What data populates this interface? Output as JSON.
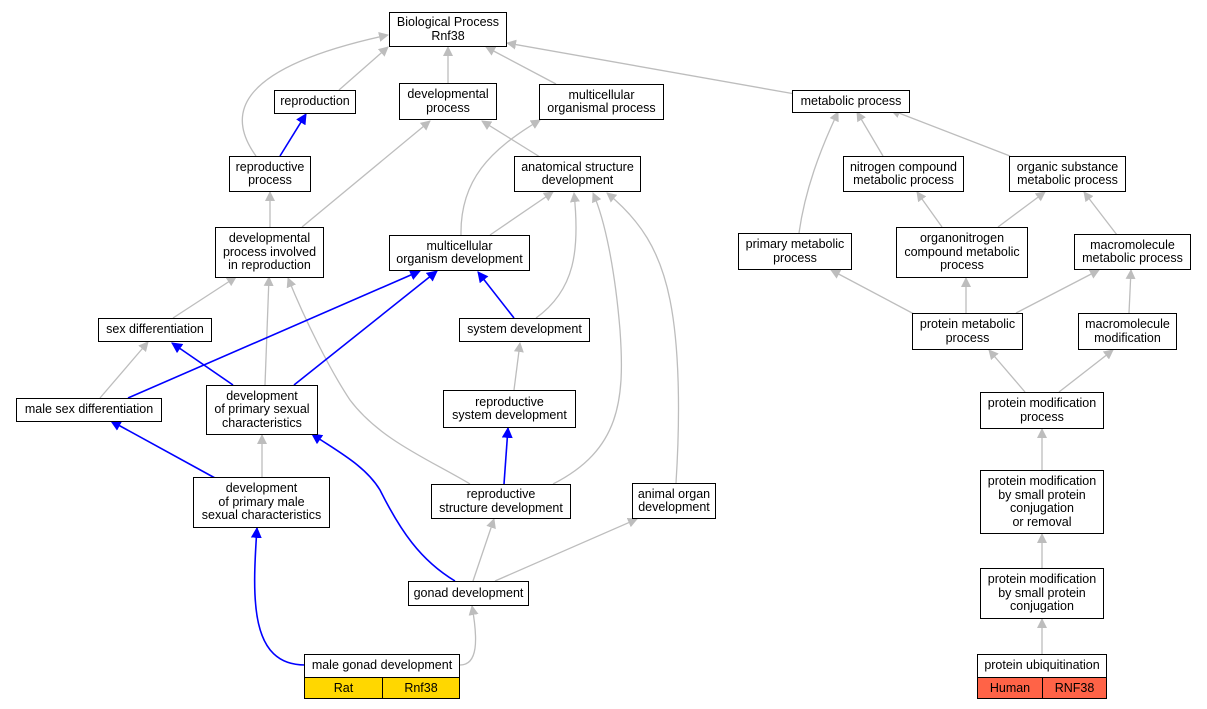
{
  "colors": {
    "inferred_edge": "#bdbdbd",
    "direct_edge": "#0000ff",
    "rat_tag": "#ffd700",
    "human_tag": "#ff6347"
  },
  "nodes": {
    "bp": {
      "label": "Biological Process\nRnf38"
    },
    "rep": {
      "label": "reproduction"
    },
    "devp": {
      "label": "developmental\nprocess"
    },
    "mop": {
      "label": "multicellular\norganismal process"
    },
    "mp": {
      "label": "metabolic process"
    },
    "rp": {
      "label": "reproductive\nprocess"
    },
    "asd": {
      "label": "anatomical structure\ndevelopment"
    },
    "ncmp": {
      "label": "nitrogen compound\nmetabolic process"
    },
    "osmp": {
      "label": "organic substance\nmetabolic process"
    },
    "dpir": {
      "label": "developmental\nprocess involved\nin reproduction"
    },
    "mod": {
      "label": "multicellular\norganism development"
    },
    "pmp": {
      "label": "primary metabolic\nprocess"
    },
    "oncmp": {
      "label": "organonitrogen\ncompound metabolic\nprocess"
    },
    "mmp": {
      "label": "macromolecule\nmetabolic process"
    },
    "sd": {
      "label": "sex differentiation"
    },
    "sysd": {
      "label": "system development"
    },
    "prmp": {
      "label": "protein metabolic\nprocess"
    },
    "mmm": {
      "label": "macromolecule\nmodification"
    },
    "msd": {
      "label": "male sex differentiation"
    },
    "dpsc": {
      "label": "development\nof primary sexual\ncharacteristics"
    },
    "rsysd": {
      "label": "reproductive\nsystem development"
    },
    "pmodp": {
      "label": "protein modification\nprocess"
    },
    "dpmsc": {
      "label": "development\nof primary male\nsexual characteristics"
    },
    "rsd": {
      "label": "reproductive\nstructure development"
    },
    "aod": {
      "label": "animal organ\ndevelopment"
    },
    "pmsc": {
      "label": "protein modification\nby small protein\nconjugation\nor removal"
    },
    "gd": {
      "label": "gonad development"
    },
    "pmspc": {
      "label": "protein modification\nby small protein\nconjugation"
    },
    "mgd": {
      "label": "male gonad development"
    },
    "pu": {
      "label": "protein ubiquitination"
    }
  },
  "tags": {
    "rat_species": "Rat",
    "rat_gene": "Rnf38",
    "human_species": "Human",
    "human_gene": "RNF38"
  }
}
